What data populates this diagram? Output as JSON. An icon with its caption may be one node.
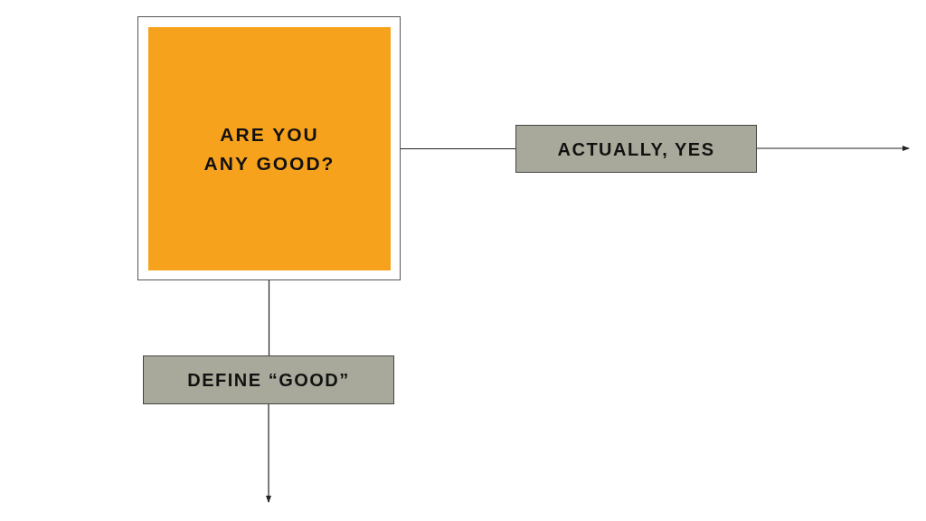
{
  "diagram": {
    "nodes": [
      {
        "text": [],
        "shape": "box"
      },
      {
        "text": [
          "ARE YOU ANY GOOD?"
        ],
        "in": 0
      },
      {
        "text": [
          "ACTUALLY, YES"
        ]
      },
      {
        "text": [
          "DEFINE “GOOD”"
        ]
      }
    ],
    "edges": [
      {
        "from": 0,
        "to": 2,
        "arrow": "none"
      },
      {
        "from": 2,
        "to": null,
        "arrow": "to"
      },
      {
        "from": 0,
        "to": 3,
        "arrow": "none"
      },
      {
        "from": 3,
        "to": null,
        "arrow": "to"
      }
    ]
  }
}
